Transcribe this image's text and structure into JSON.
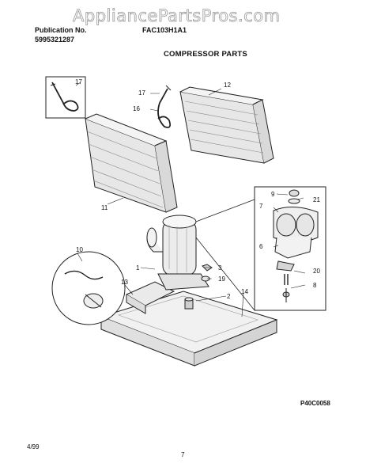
{
  "watermark": "AppliancePartsPros.com",
  "header": {
    "pub_label": "Publication No.",
    "pub_number": "5995321287",
    "model": "FAC103H1A1"
  },
  "section_title": "COMPRESSOR PARTS",
  "diagram_code": "P40C0058",
  "footer": {
    "date": "4/99",
    "page": "7"
  },
  "callouts": [
    "17",
    "17",
    "16",
    "12",
    "11",
    "9",
    "21",
    "7",
    "6",
    "20",
    "8",
    "3",
    "19",
    "1",
    "2",
    "14",
    "13",
    "10"
  ]
}
